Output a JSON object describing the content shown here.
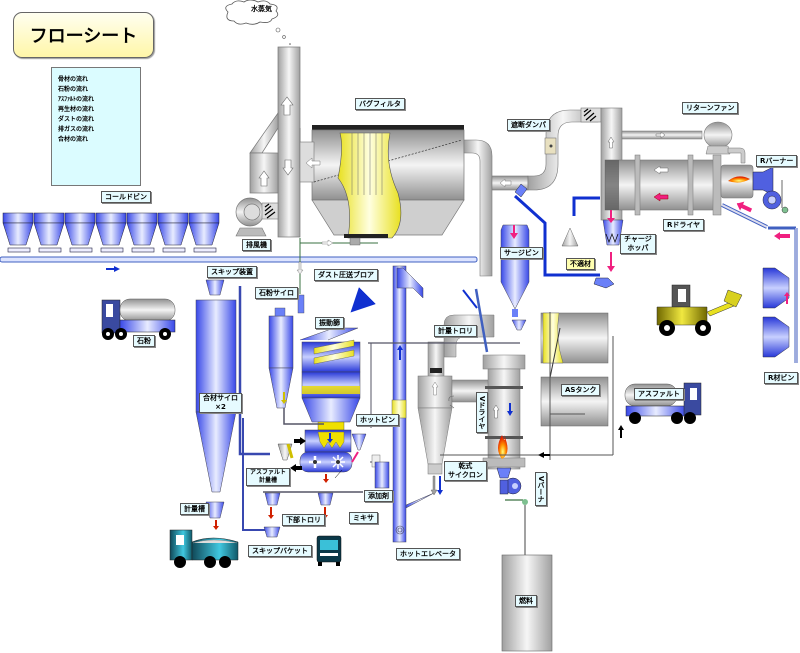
{
  "title": "フローシート",
  "legend": {
    "items": [
      {
        "label": "骨材の流れ",
        "color": "#1030d0"
      },
      {
        "label": "石粉の流れ",
        "color": "#f0e000"
      },
      {
        "label": "ｱｽﾌｧﾙﾄの流れ",
        "color": "#000000"
      },
      {
        "label": "再生材の流れ",
        "color": "#000000"
      },
      {
        "label": "ダストの流れ",
        "color": "#f02080"
      },
      {
        "label": "排ガスの流れ",
        "color": "#a0a0a0"
      },
      {
        "label": "合材の流れ",
        "color": "#ffffff"
      }
    ],
    "arrow_colors": [
      "#1030d0",
      "#f0e000",
      "#000000",
      "#f02080",
      "#a0a0a0",
      "#ffffff",
      "#d02000"
    ]
  },
  "labels": {
    "steam": "水蒸気",
    "cold_bin": "コールドビン",
    "bag_filter": "バグフィルタ",
    "shutoff_damper": "遮断ダンパ",
    "return_fan": "リターンファン",
    "r_burner": "Rバーナー",
    "r_dryer": "Rドライヤ",
    "charge_hopper": "チャージ\nホッパ",
    "surge_bin": "サージビン",
    "off_spec": "不適材",
    "exhaust_fan": "排風機",
    "dust_blower": "ダスト圧送ブロア",
    "skip_device": "スキップ装置",
    "filler_silo": "石粉サイロ",
    "vibrating_screen": "振動篩",
    "stone_powder": "石粉",
    "mix_silo": "合材サイロ\n×2",
    "weigh_trolley": "計量トロリ",
    "hot_bin": "ホットビン",
    "v_dryer": "Vドライヤ",
    "as_tank": "ASタンク",
    "asphalt": "アスファルト",
    "r_bin": "R材ビン",
    "dry_cyclone": "乾式\nサイクロン",
    "asphalt_scale": "アスファルト\n計量槽",
    "additive": "添加剤",
    "mixer": "ミキサ",
    "scale": "計量槽",
    "lower_trolley": "下部トロリ",
    "skip_bucket": "スキップバケット",
    "hot_elevator": "ホットエレベータ",
    "v_burner": "Vバーナ",
    "fuel": "燃料"
  },
  "colors": {
    "aggregate": "#1030d0",
    "filler": "#f0e000",
    "asphalt": "#000000",
    "dust": "#f02080",
    "exhaust": "#a0a0a0",
    "mix": "#d02000",
    "equipment_blue": "#6a80f8",
    "equipment_gray": "#c8c8c8"
  }
}
